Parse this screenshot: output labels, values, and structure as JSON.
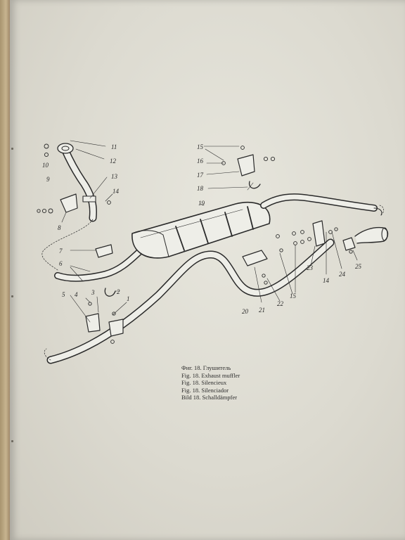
{
  "caption": {
    "lines": [
      "Фиг. 18. Глушитель",
      "Fig. 18. Exhaust muffler",
      "Fig. 18. Silencieux",
      "Fig. 18. Silenciador",
      "Bild 18. Schalldämpfer"
    ]
  },
  "callouts": [
    "1",
    "2",
    "3",
    "4",
    "5",
    "6",
    "7",
    "8",
    "9",
    "10",
    "11",
    "12",
    "13",
    "14",
    "15",
    "16",
    "17",
    "18",
    "19",
    "20",
    "21",
    "22",
    "23",
    "24",
    "25"
  ],
  "callout_labels": {
    "n1": "1",
    "n2": "2",
    "n3": "3",
    "n4": "4",
    "n5": "5",
    "n6": "6",
    "n7": "7",
    "n8": "8",
    "n9": "9",
    "n10": "10",
    "n11": "11",
    "n12": "12",
    "n13": "13",
    "n14a": "14",
    "n14b": "14",
    "n15a": "15",
    "n15b": "15",
    "n16": "16",
    "n17": "17",
    "n18": "18",
    "n19": "19",
    "n20": "20",
    "n21": "21",
    "n22": "22",
    "n23": "23",
    "n24": "24",
    "n25": "25"
  },
  "colors": {
    "paper": "#dcdad0",
    "ink": "#2a2a2a",
    "pipe_fill": "#eeeee8"
  }
}
